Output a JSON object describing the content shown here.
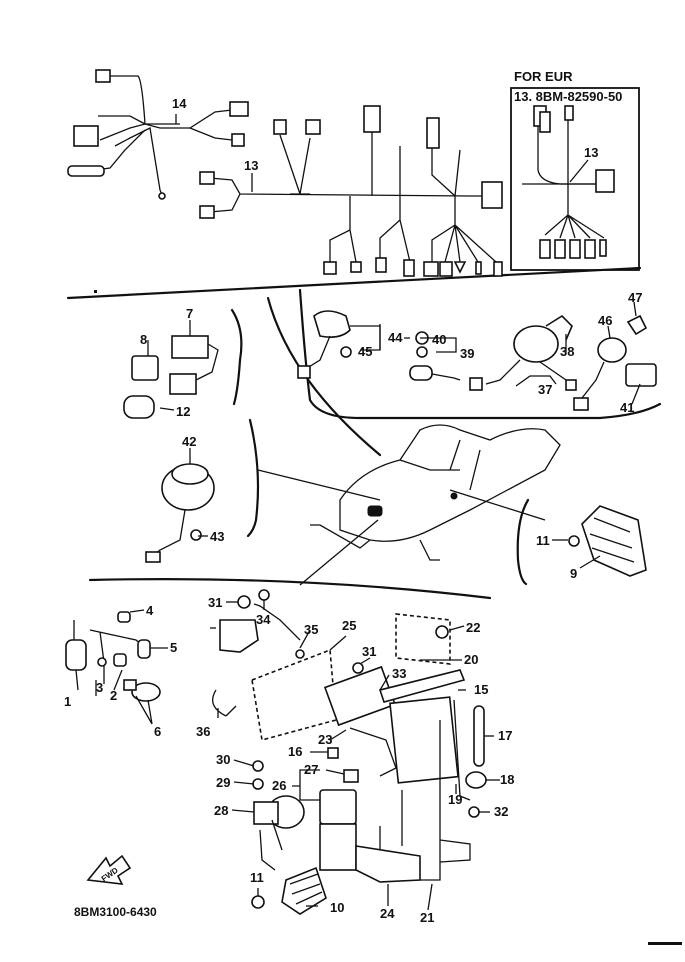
{
  "eur_box": {
    "title": "FOR EUR",
    "subtitle": "13. 8BM-82590-50"
  },
  "drawing_code": "8BM3100-6430",
  "fwd_label": "FWD",
  "callouts": {
    "c1": "1",
    "c2": "2",
    "c3": "3",
    "c4": "4",
    "c5": "5",
    "c6": "6",
    "c7": "7",
    "c8": "8",
    "c9": "9",
    "c10": "10",
    "c11a": "11",
    "c11b": "11",
    "c12": "12",
    "c13a": "13",
    "c13b": "13",
    "c14": "14",
    "c15": "15",
    "c16": "16",
    "c17": "17",
    "c18": "18",
    "c19": "19",
    "c20": "20",
    "c21": "21",
    "c22": "22",
    "c23": "23",
    "c24": "24",
    "c25": "25",
    "c26": "26",
    "c27": "27",
    "c28": "28",
    "c29": "29",
    "c30": "30",
    "c31a": "31",
    "c31b": "31",
    "c32": "32",
    "c33": "33",
    "c34": "34",
    "c35": "35",
    "c36": "36",
    "c37": "37",
    "c38": "38",
    "c39": "39",
    "c40": "40",
    "c41": "41",
    "c42": "42",
    "c43": "43",
    "c44": "44",
    "c45": "45",
    "c46": "46",
    "c47": "47"
  }
}
